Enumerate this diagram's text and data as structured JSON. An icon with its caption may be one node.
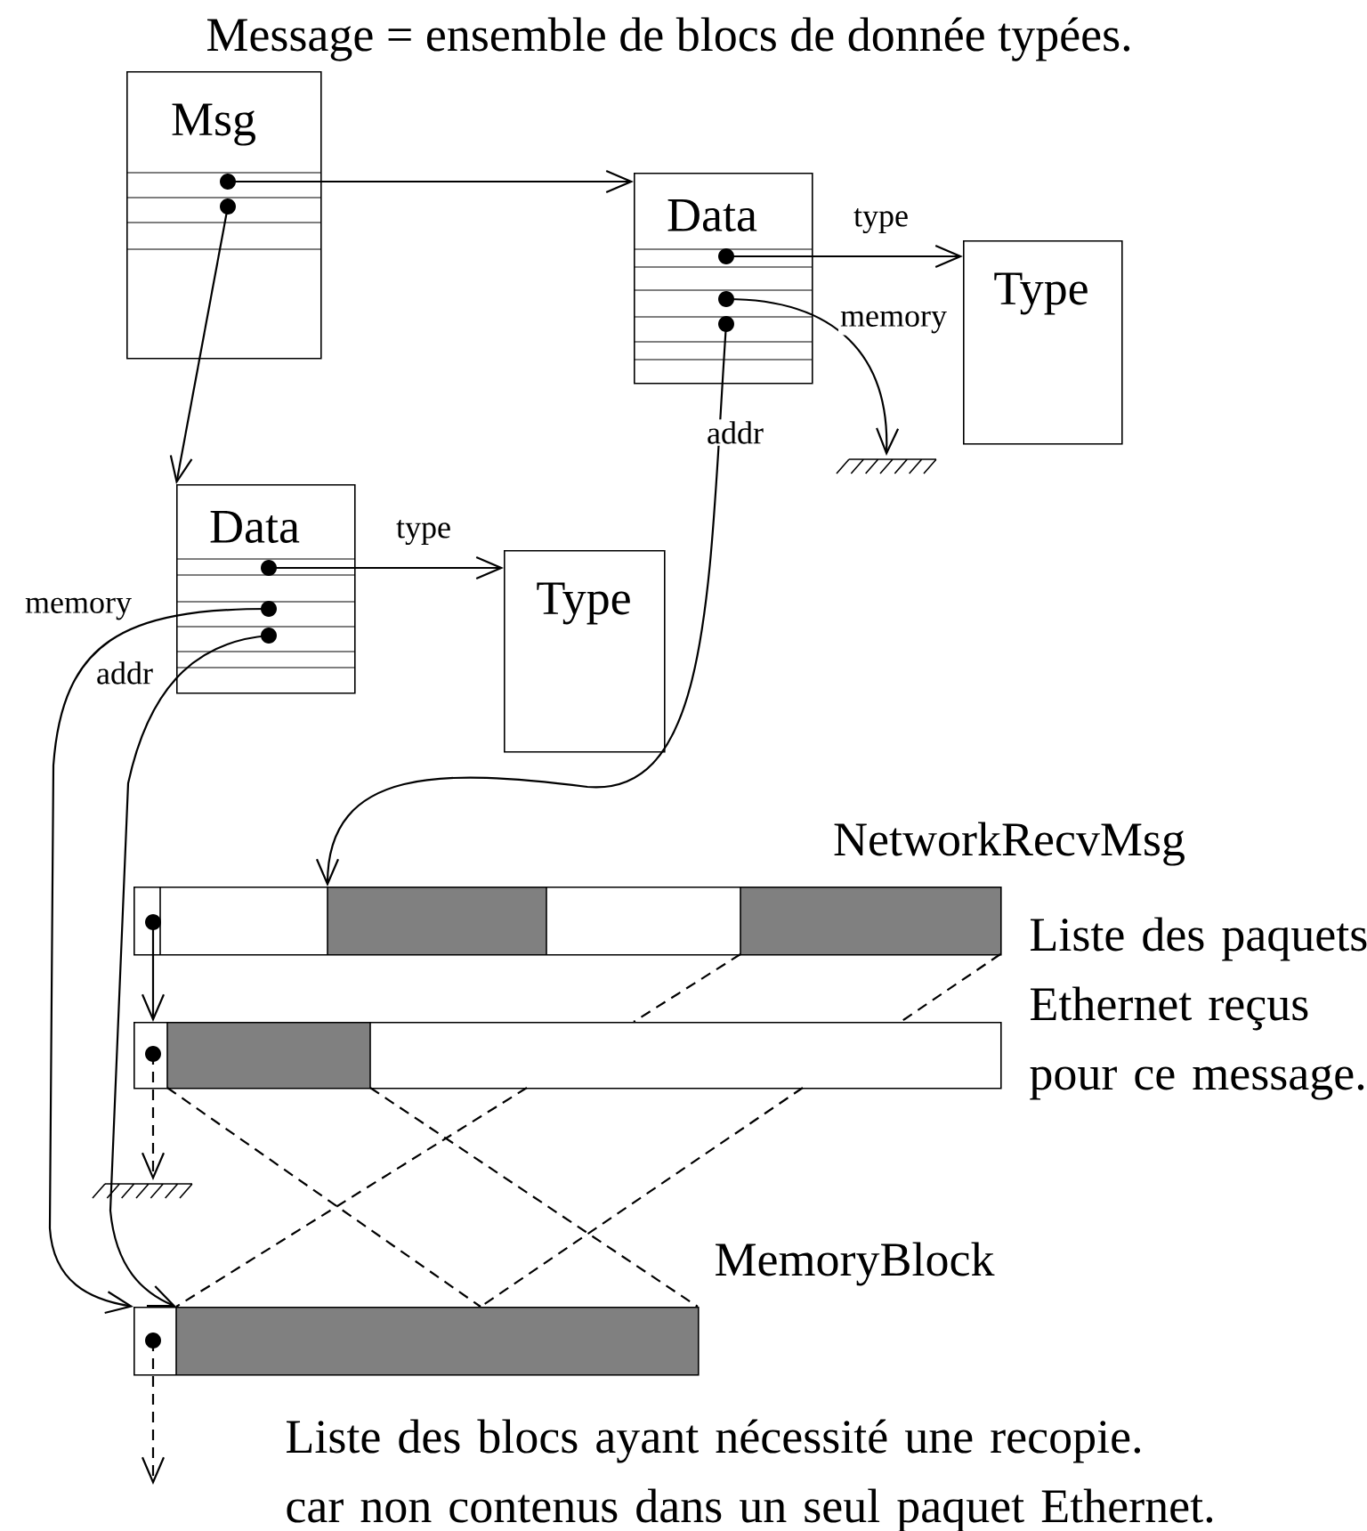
{
  "diagram": {
    "title": "Message = ensemble de blocs de donnée typées.",
    "nodes": [
      {
        "text": [
          "Msg"
        ]
      },
      {
        "text": [
          "Data"
        ]
      },
      {
        "text": [
          "Type"
        ]
      },
      {
        "text": [],
        "shape": "ground"
      },
      {
        "text": [
          "Data"
        ]
      },
      {
        "text": [
          "Type"
        ]
      },
      {
        "text": [
          "NetworkRecvMsg"
        ],
        "beside": [
          "Liste des paquets Ethernet reçus pour ce message."
        ]
      },
      {
        "text": [],
        "shape": "bar"
      },
      {
        "text": [],
        "shape": "ground"
      },
      {
        "text": [
          "MemoryBlock"
        ],
        "beside": [
          "Liste des blocs ayant nécessité une recopie. car non contenus dans un seul paquet Ethernet."
        ]
      }
    ],
    "edges": [
      {
        "from": 0,
        "to": 1,
        "arrow": "to"
      },
      {
        "from": 0,
        "to": 4,
        "arrow": "to"
      },
      {
        "from": 1,
        "to": 2,
        "arrow": "to",
        "label": "type"
      },
      {
        "from": 1,
        "to": 3,
        "arrow": "to",
        "label": "memory"
      },
      {
        "from": 1,
        "to": 6,
        "arrow": "to",
        "label": "addr"
      },
      {
        "from": 4,
        "to": 5,
        "arrow": "to",
        "label": "type"
      },
      {
        "from": 4,
        "to": 9,
        "arrow": "to",
        "label": "memory"
      },
      {
        "from": 4,
        "to": 9,
        "arrow": "to",
        "label": "addr"
      },
      {
        "from": 6,
        "to": 7,
        "arrow": "to"
      },
      {
        "from": 7,
        "to": 8,
        "arrow": "to",
        "style": "dashed"
      },
      {
        "from": 9,
        "to": null,
        "arrow": "to",
        "style": "dashed"
      },
      {
        "from": 6,
        "to": 7,
        "arrow": "none",
        "style": "dashed"
      },
      {
        "from": 6,
        "to": 7,
        "arrow": "none",
        "style": "dashed"
      },
      {
        "from": 7,
        "to": 9,
        "arrow": "none",
        "style": "dashed"
      },
      {
        "from": 7,
        "to": 9,
        "arrow": "none",
        "style": "dashed"
      },
      {
        "from": 7,
        "to": 9,
        "arrow": "none",
        "style": "dashed"
      },
      {
        "from": 7,
        "to": 9,
        "arrow": "none",
        "style": "dashed"
      }
    ]
  }
}
